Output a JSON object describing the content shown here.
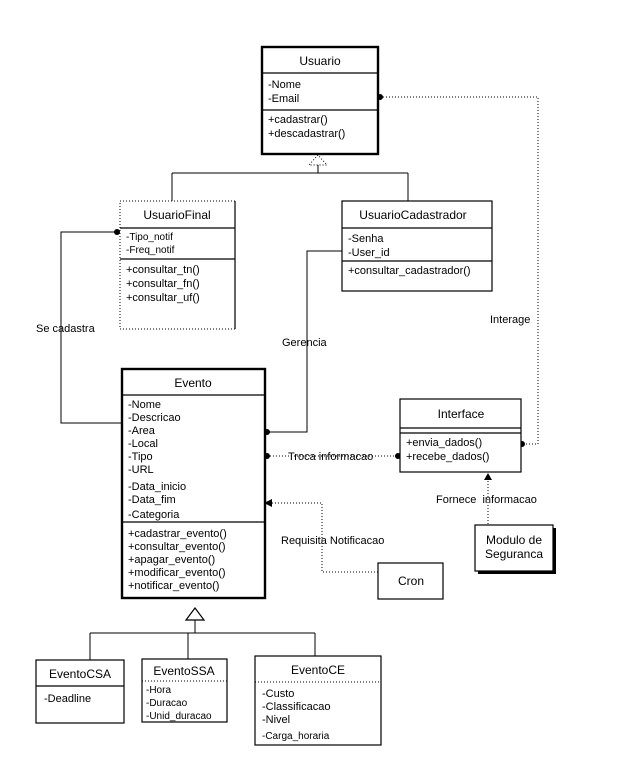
{
  "classes": {
    "usuario": {
      "name": "Usuario",
      "attributes": [
        "-Nome",
        "-Email"
      ],
      "methods": [
        "+cadastrar()",
        "+descadastrar()"
      ]
    },
    "usuario_final": {
      "name": "UsuarioFinal",
      "attributes": [
        "-Tipo_notif",
        "-Freq_notif"
      ],
      "methods": [
        "+consultar_tn()",
        "+consultar_fn()",
        "+consultar_uf()"
      ]
    },
    "usuario_cadastrador": {
      "name": "UsuarioCadastrador",
      "attributes": [
        "-Senha",
        "-User_id"
      ],
      "methods": [
        "+consultar_cadastrador()"
      ]
    },
    "evento": {
      "name": "Evento",
      "attributes": [
        "-Nome",
        "-Descricao",
        "-Area",
        "-Local",
        "-Tipo",
        "-URL",
        "-Data_inicio",
        "-Data_fim",
        "-Categoria"
      ],
      "methods": [
        "+cadastrar_evento()",
        "+consultar_evento()",
        "+apagar_evento()",
        "+modificar_evento()",
        "+notificar_evento()"
      ]
    },
    "interface": {
      "name": "Interface",
      "attributes": [],
      "methods": [
        "+envia_dados()",
        "+recebe_dados()"
      ]
    },
    "evento_csa": {
      "name": "EventoCSA",
      "attributes": [
        "-Deadline"
      ],
      "methods": []
    },
    "evento_ssa": {
      "name": "EventoSSA",
      "attributes": [
        "-Hora",
        "-Duracao",
        "-Unid_duracao"
      ],
      "methods": []
    },
    "evento_ce": {
      "name": "EventoCE",
      "attributes": [
        "-Custo",
        "-Classificacao",
        "-Nivel",
        "-Carga_horaria"
      ],
      "methods": []
    }
  },
  "components": {
    "cron": "Cron",
    "modulo_seguranca": [
      "Modulo de",
      "Seguranca"
    ]
  },
  "relations": {
    "se_cadastra": "Se cadastra",
    "gerencia": "Gerencia",
    "interage": "Interage",
    "troca_informacao": "Troca informacao",
    "requisita_notificacao": "Requisita Notificacao",
    "fornece_informacao": "Fornece  informacao"
  }
}
